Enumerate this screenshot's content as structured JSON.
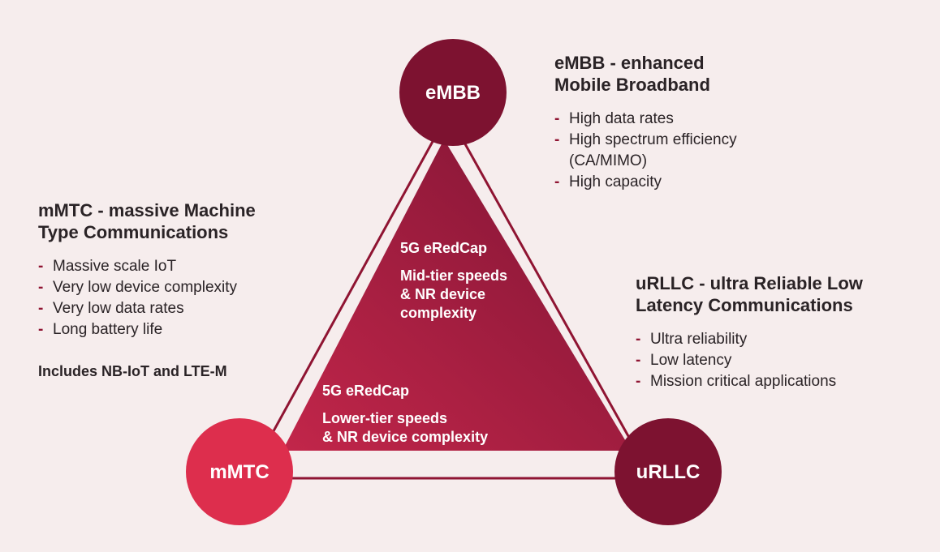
{
  "colors": {
    "background": "#f6eded",
    "embb_circle": "#7d1230",
    "urllc_circle": "#7d1230",
    "mmtc_circle": "#dd2e4d",
    "triangle_light": "#c2264a",
    "triangle_dark": "#7e1434",
    "dash": "#8f1432"
  },
  "nodes": {
    "embb": "eMBB",
    "mmtc": "mMTC",
    "urllc": "uRLLC"
  },
  "inner": {
    "mid": {
      "title": "5G eRedCap",
      "lines": [
        "Mid-tier speeds",
        "& NR device",
        "complexity"
      ]
    },
    "lower": {
      "title": "5G eRedCap",
      "lines": [
        "Lower-tier speeds",
        "& NR device complexity"
      ]
    }
  },
  "embb_panel": {
    "title_lines": [
      "eMBB - enhanced",
      "Mobile Broadband"
    ],
    "items": [
      [
        "High data rates"
      ],
      [
        "High spectrum efficiency",
        "(CA/MIMO)"
      ],
      [
        "High capacity"
      ]
    ]
  },
  "mmtc_panel": {
    "title_lines": [
      "mMTC - massive Machine",
      "Type Communications"
    ],
    "items": [
      "Massive scale IoT",
      "Very low device complexity",
      "Very low data rates",
      "Long battery life"
    ],
    "footnote": "Includes NB-IoT and LTE-M"
  },
  "urllc_panel": {
    "title_lines": [
      "uRLLC - ultra Reliable Low",
      "Latency Communications"
    ],
    "items": [
      "Ultra reliability",
      "Low latency",
      "Mission critical applications"
    ]
  },
  "dash": "-"
}
